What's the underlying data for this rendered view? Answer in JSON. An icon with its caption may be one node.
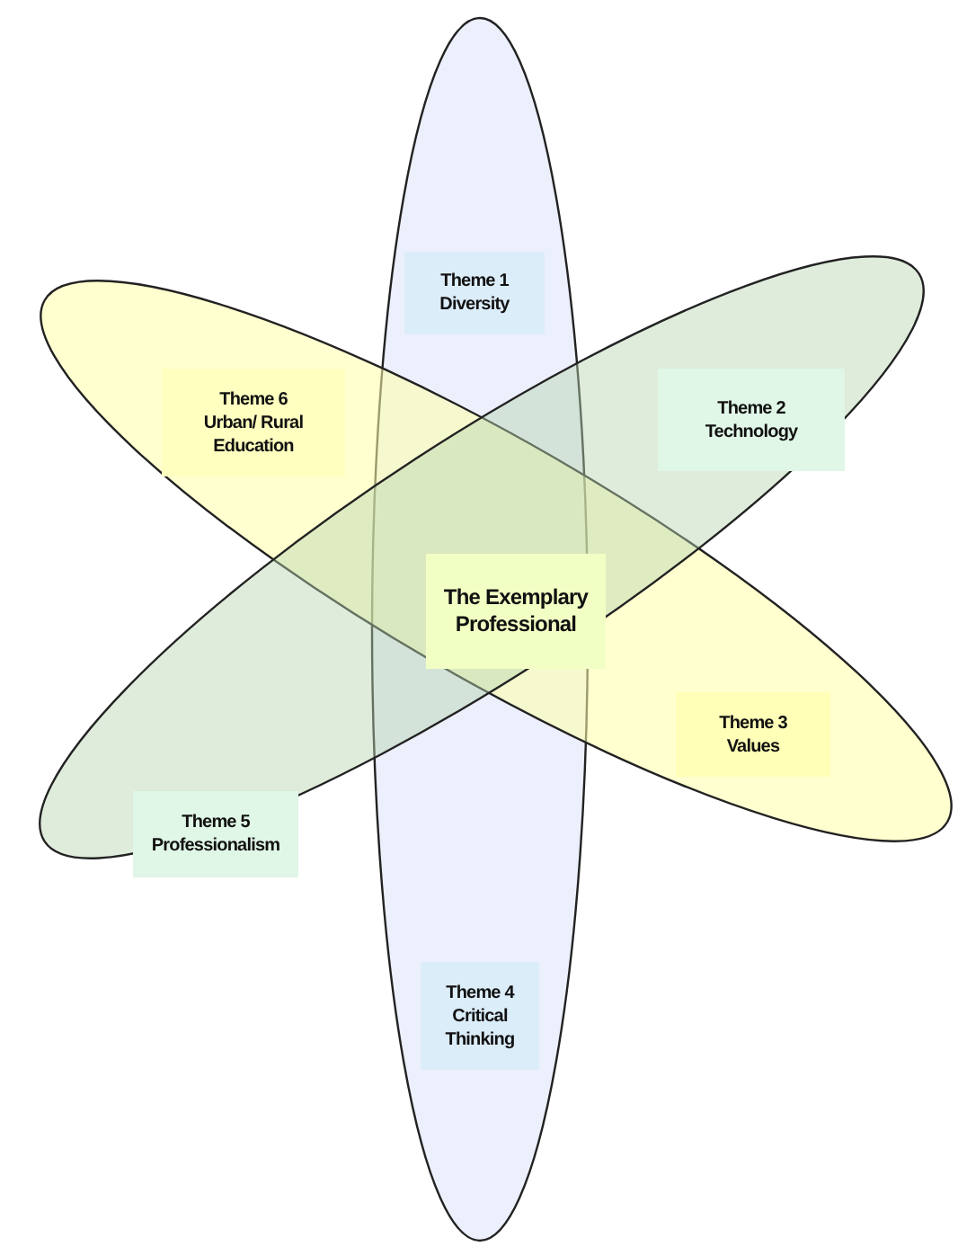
{
  "diagram": {
    "nodes": [
      {
        "text": [
          "Theme 1",
          "Diversity"
        ]
      },
      {
        "text": [
          "Theme 6",
          "Urban/ Rural Education"
        ]
      },
      {
        "text": [
          "Theme 2",
          "Technology"
        ]
      },
      {
        "text": [
          "The Exemplary Professional"
        ]
      },
      {
        "text": [
          "Theme 3",
          "Values"
        ]
      },
      {
        "text": [
          "Theme 5",
          "Professionalism"
        ]
      },
      {
        "text": [
          "Theme 4",
          "Critical Thinking"
        ]
      }
    ]
  }
}
